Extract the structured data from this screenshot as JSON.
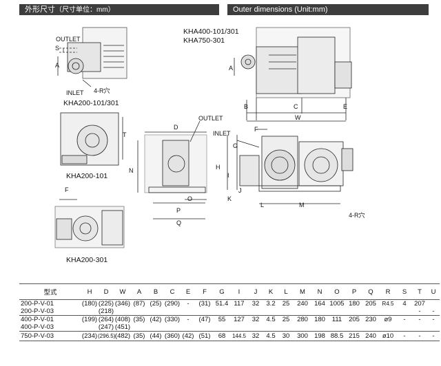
{
  "headers": {
    "left_main": "外形尺寸",
    "left_sub": "（尺寸单位：mm）",
    "right": "Outer dimensions (Unit:mm)"
  },
  "labels": {
    "outlet1": "OUTLET",
    "inlet1": "INLET",
    "s1": "S",
    "a1": "A",
    "r1": "4-R穴",
    "model_kha200_101_301": "KHA200-101/301",
    "model_kha400": "KHA400-101/301",
    "model_kha750": "KHA750-301",
    "a2": "A",
    "b2": "B",
    "c2": "C",
    "e2": "E",
    "w2": "W",
    "t1": "T",
    "model_kha200_101": "KHA200-101",
    "d3": "D",
    "outlet3": "OUTLET",
    "n3": "N",
    "o3": "O",
    "p3": "P",
    "q3": "Q",
    "inlet4": "INLET",
    "f4": "F",
    "g4": "G",
    "h4": "H",
    "i4": "I",
    "j4": "J",
    "k4": "K",
    "l4": "L",
    "m4": "M",
    "r4": "4-R穴",
    "f5": "F",
    "model_kha200_301": "KHA200-301"
  },
  "table": {
    "headers": [
      "型式",
      "H",
      "D",
      "W",
      "A",
      "B",
      "C",
      "E",
      "F",
      "G",
      "I",
      "J",
      "K",
      "L",
      "M",
      "N",
      "O",
      "P",
      "Q",
      "R",
      "S",
      "T",
      "U"
    ],
    "rows": [
      [
        "200-P-V-01",
        "(180)",
        "(225)",
        "(346)",
        "(87)",
        "(25)",
        "(290)",
        "-",
        "(31)",
        "51.4",
        "117",
        "32",
        "3.2",
        "25",
        "240",
        "164",
        "1005",
        "180",
        "205",
        "",
        "4",
        "207",
        ""
      ],
      [
        "200-P-V-03",
        "",
        "(218)",
        "",
        "",
        "",
        "",
        "",
        "",
        "",
        "",
        "",
        "",
        "",
        "",
        "",
        "",
        "",
        "",
        "",
        "",
        "-",
        "-"
      ],
      [
        "400-P-V-01",
        "(199)",
        "(264)",
        "(408)",
        "(35)",
        "(42)",
        "(330)",
        "-",
        "(47)",
        "55",
        "127",
        "32",
        "4.5",
        "25",
        "280",
        "180",
        "111",
        "205",
        "230",
        "ø9",
        "-",
        "-",
        "-"
      ],
      [
        "400-P-V-03",
        "",
        "(247)",
        "(451)",
        "",
        "",
        "",
        "",
        "",
        "",
        "",
        "",
        "",
        "",
        "",
        "",
        "",
        "",
        "",
        "",
        "",
        "",
        ""
      ],
      [
        "750-P-V-03",
        "(234)",
        "(296.5)",
        "(482)",
        "(35)",
        "(44)",
        "(360)",
        "(42)",
        "(51)",
        "68",
        "144.5",
        "32",
        "4.5",
        "30",
        "300",
        "198",
        "88.5",
        "215",
        "240",
        "ø10",
        "-",
        "-",
        "-"
      ]
    ],
    "r_symbol": "R4.5"
  }
}
